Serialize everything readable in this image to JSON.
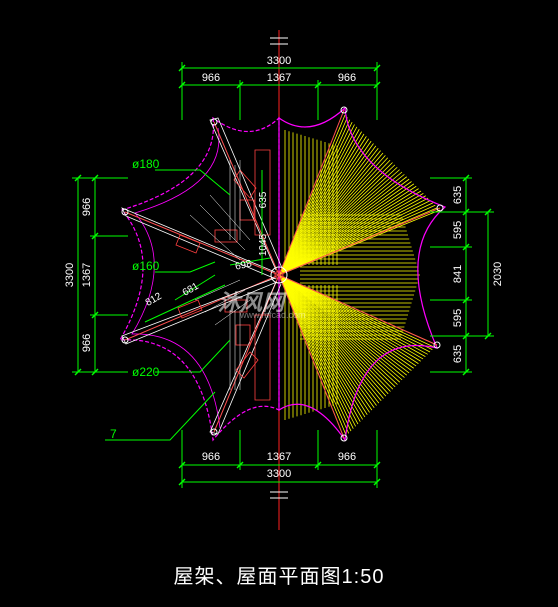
{
  "title": "屋架、屋面平面图1:50",
  "dimensions": {
    "top_total": "3300",
    "top_parts": [
      "966",
      "1367",
      "966"
    ],
    "bottom_total": "3300",
    "bottom_parts": [
      "966",
      "1367",
      "966"
    ],
    "left_total": "3300",
    "left_parts": [
      "966",
      "1367",
      "966"
    ],
    "right_total": "2030",
    "right_parts": [
      "635",
      "595",
      "841",
      "595",
      "635"
    ],
    "inner": [
      "635",
      "1045",
      "698",
      "681",
      "812"
    ]
  },
  "labels": {
    "d180": "ø180",
    "d160": "ø160",
    "d220": "ø220",
    "leader": "7"
  },
  "watermark": {
    "text": "沐风网",
    "url": "www.mfcad.com"
  },
  "colors": {
    "background": "#000000",
    "dimension": "#00ff00",
    "roof_edge": "#ff00ff",
    "tiles": "#ffff00",
    "rafter": "#ff4040",
    "structure": "#ffffff",
    "axis": "#ff0000"
  }
}
